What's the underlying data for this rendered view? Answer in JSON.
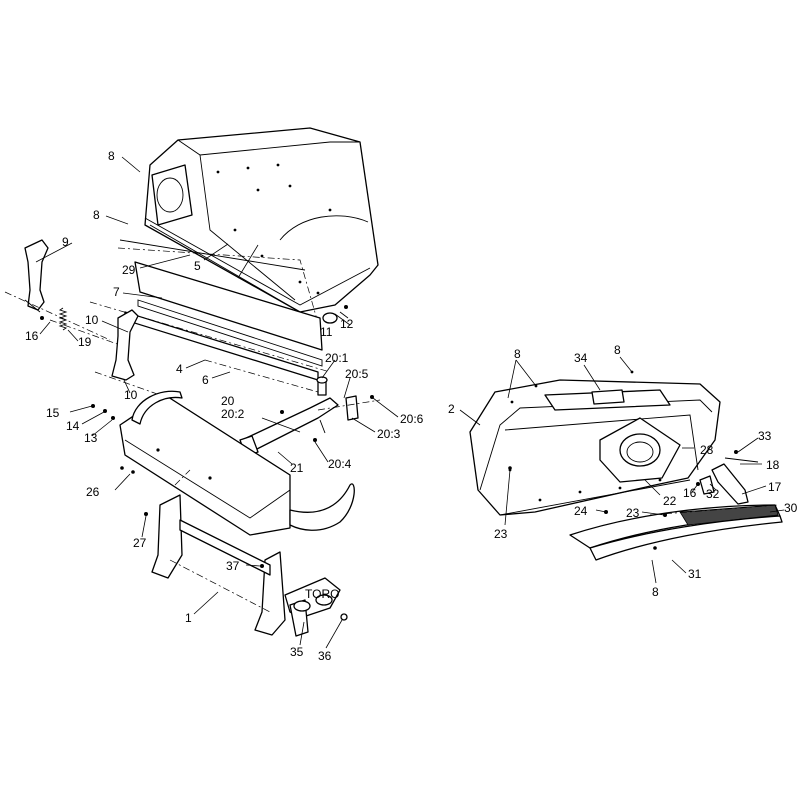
{
  "labels": {
    "l1": "1",
    "l2": "2",
    "l4": "4",
    "l5": "5",
    "l6": "6",
    "l7": "7",
    "l8a": "8",
    "l8b": "8",
    "l8c": "8",
    "l8d": "8",
    "l8e": "8",
    "l9": "9",
    "l10a": "10",
    "l10b": "10",
    "l11": "11",
    "l12": "12",
    "l13": "13",
    "l14": "14",
    "l15": "15",
    "l16a": "16",
    "l16b": "16",
    "l17": "17",
    "l18": "18",
    "l19": "19",
    "l20": "20",
    "l20_1": "20:1",
    "l20_2": "20:2",
    "l20_3": "20:3",
    "l20_4": "20:4",
    "l20_5": "20:5",
    "l20_6": "20:6",
    "l21": "21",
    "l22": "22",
    "l23a": "23",
    "l23b": "23",
    "l24": "24",
    "l26": "26",
    "l27": "27",
    "l28": "28",
    "l29": "29",
    "l30": "30",
    "l31": "31",
    "l32": "32",
    "l33": "33",
    "l34": "34",
    "l35": "35",
    "l36": "36",
    "l37": "37"
  },
  "logo_text": "TORO"
}
